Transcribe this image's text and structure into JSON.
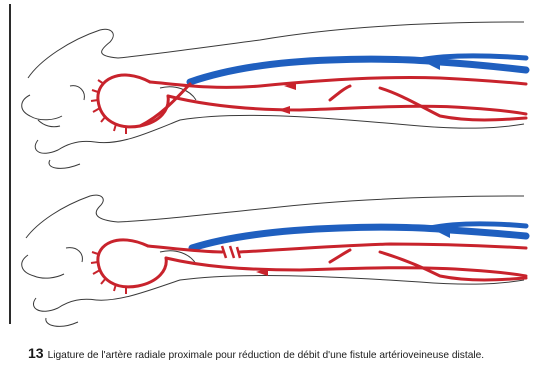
{
  "figure": {
    "panels": [
      {
        "id": "top",
        "view": "fistula-before-ligature"
      },
      {
        "id": "bottom",
        "view": "fistula-after-proximal-ligature"
      }
    ],
    "colors": {
      "artery": "#c8232c",
      "vein": "#1f5fbf",
      "outline": "#3a3a3a",
      "background": "#ffffff"
    }
  },
  "caption": {
    "number": "13",
    "text": "Ligature de l'artère radiale proximale pour réduction de débit d'une fistule artérioveineuse distale."
  }
}
